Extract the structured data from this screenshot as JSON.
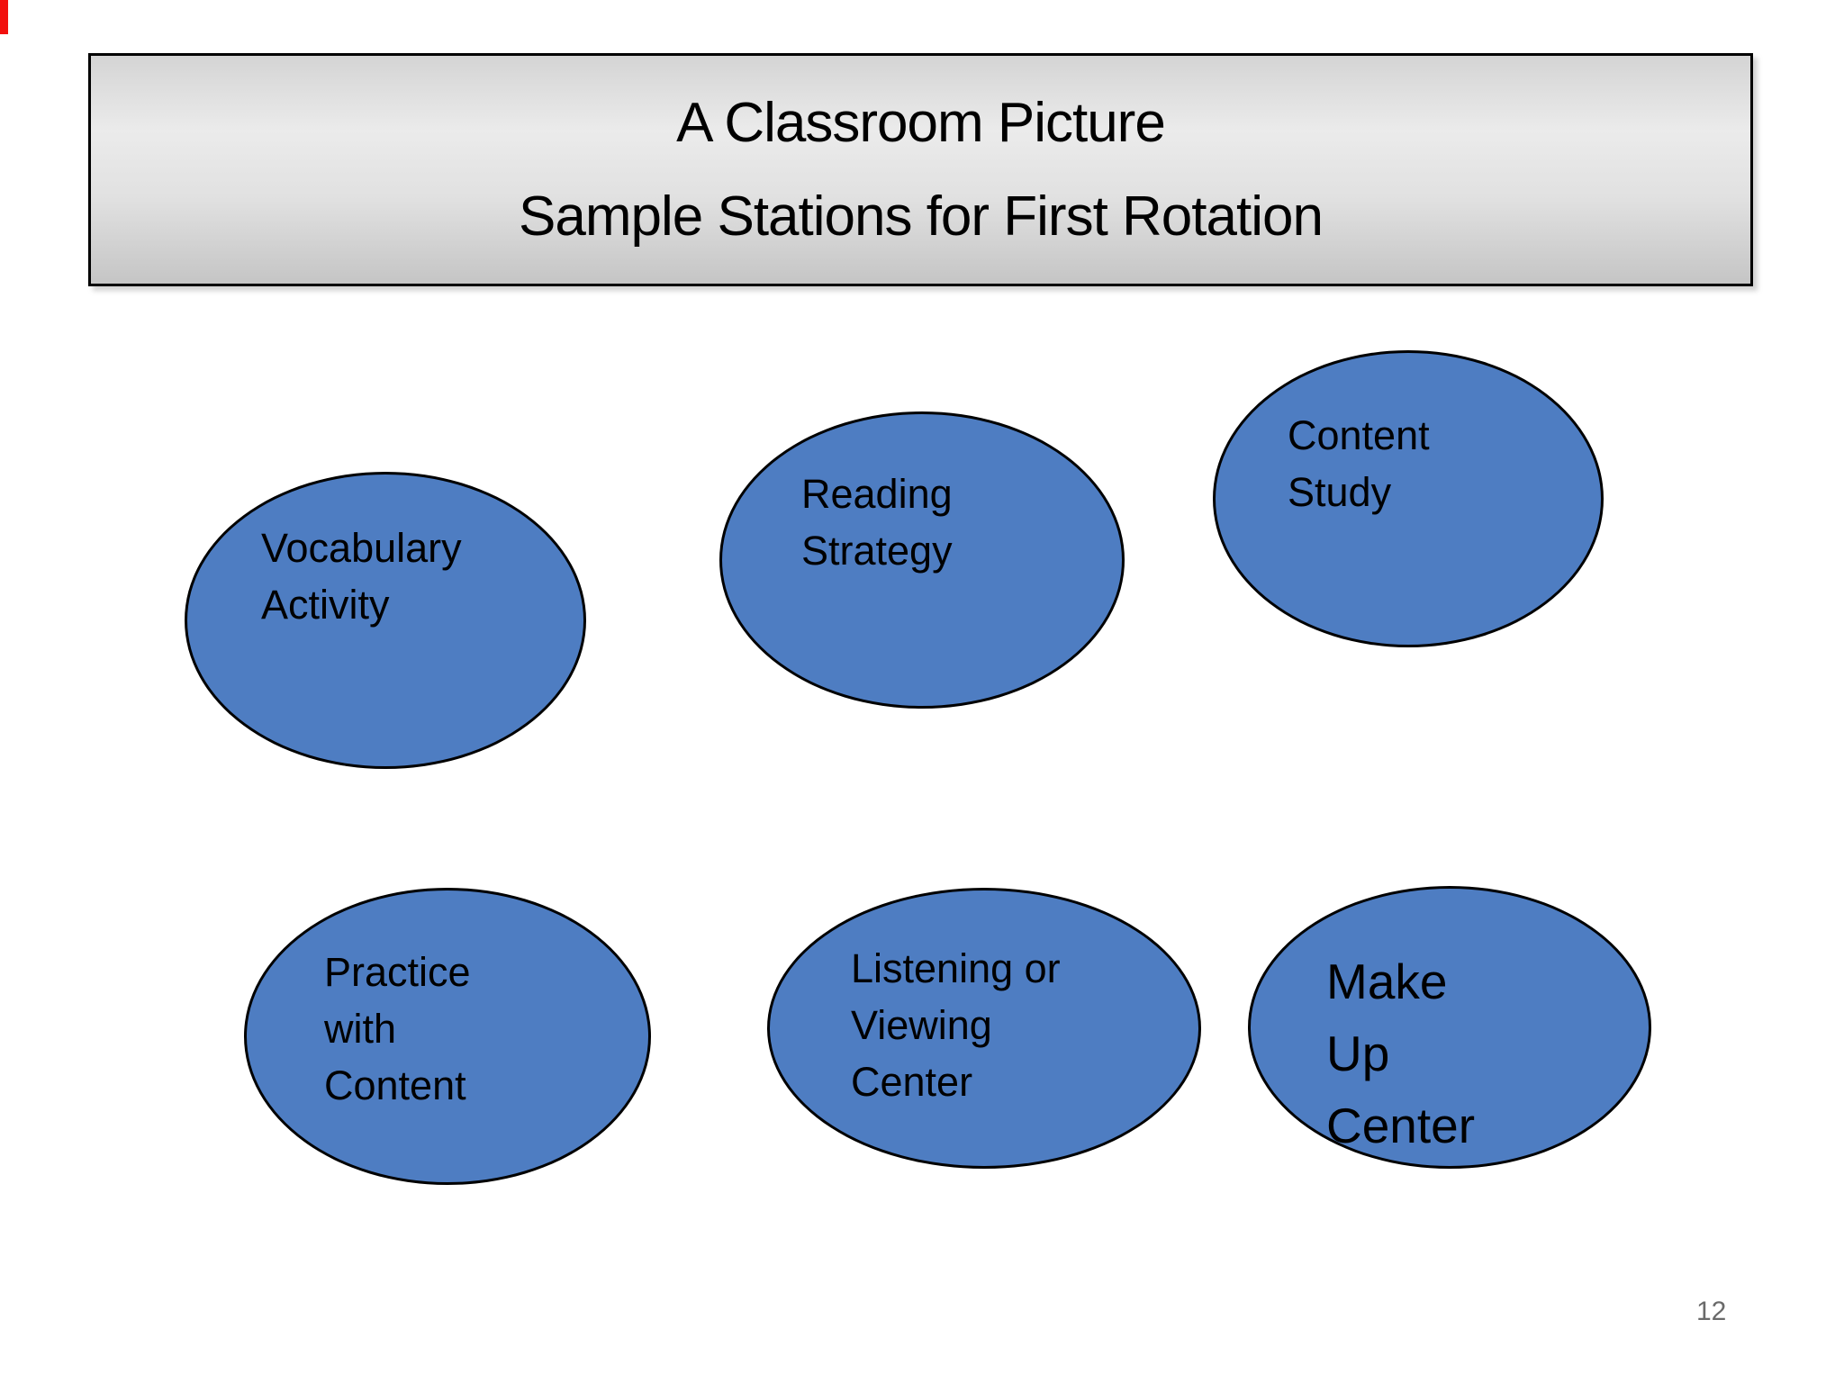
{
  "slide": {
    "page_number": "12",
    "background_color": "#ffffff"
  },
  "artifact": {
    "color": "#f2100e"
  },
  "title": {
    "line1": "A Classroom Picture",
    "line2": "Sample Stations for First Rotation",
    "text_color": "#000000",
    "border_color": "#000000",
    "box_gradient_top": "#d4d4d4",
    "box_gradient_middle": "#ebebeb",
    "box_gradient_bottom": "#c5c5c5"
  },
  "stations": [
    {
      "name": "vocabulary-activity",
      "lines": [
        "Vocabulary",
        "Activity"
      ]
    },
    {
      "name": "reading-strategy",
      "lines": [
        "Reading",
        "Strategy"
      ]
    },
    {
      "name": "content-study",
      "lines": [
        "Content",
        "Study"
      ]
    },
    {
      "name": "practice-with-content",
      "lines": [
        "Practice",
        "with",
        "Content"
      ]
    },
    {
      "name": "listening-or-viewing-center",
      "lines": [
        "Listening or",
        "Viewing",
        "Center"
      ]
    },
    {
      "name": "make-up-center",
      "lines": [
        "Make",
        "Up",
        "Center"
      ]
    }
  ],
  "colors": {
    "ellipse_fill": "#4E7DC2",
    "ellipse_border": "#000000",
    "page_number_color": "#6a6a6a"
  }
}
